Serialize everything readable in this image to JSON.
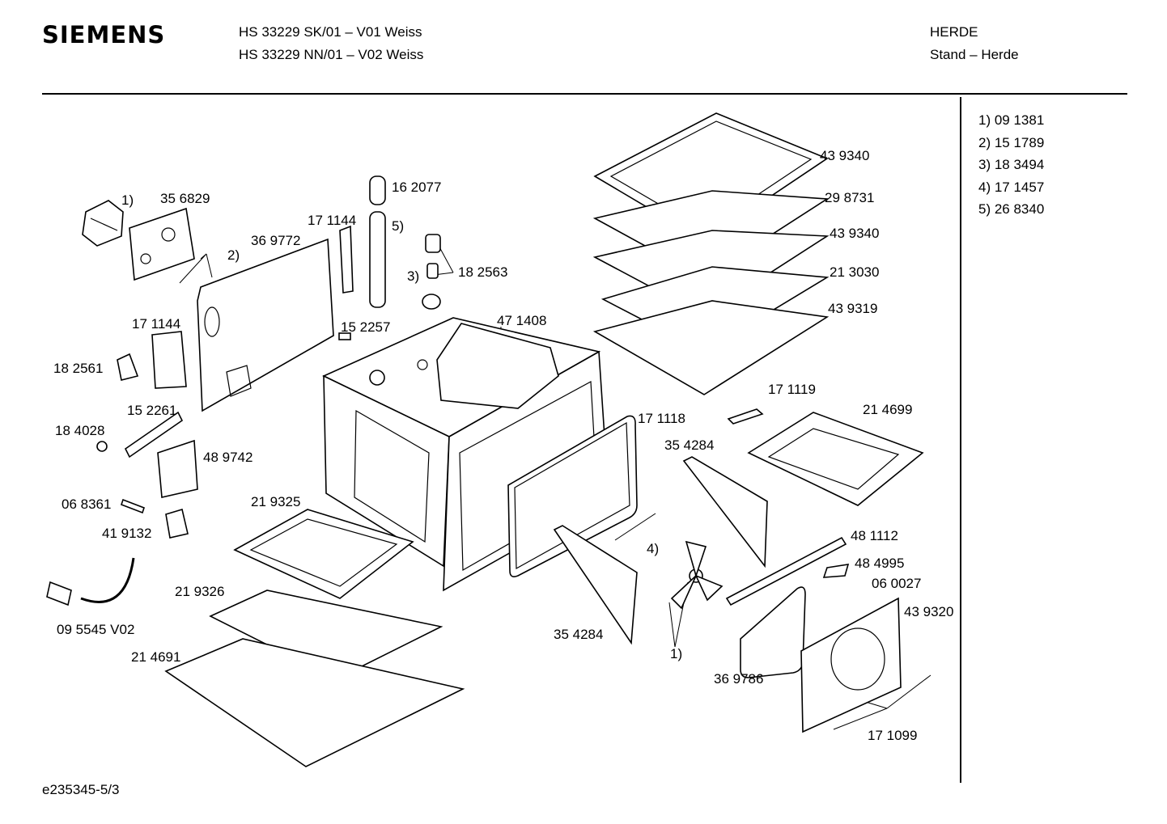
{
  "header": {
    "brand": "SIEMENS",
    "model_lines": [
      "HS 33229 SK/01 – V01 Weiss",
      "HS 33229 NN/01 – V02 Weiss"
    ],
    "category_lines": [
      "HERDE",
      "Stand – Herde"
    ]
  },
  "legend": [
    "1) 09 1381",
    "2) 15 1789",
    "3) 18 3494",
    "4) 17 1457",
    "5) 26 8340"
  ],
  "footer": {
    "doc_id": "e235345-5/3"
  },
  "part_labels": [
    "1)",
    "35 6829",
    "2)",
    "36 9772",
    "17 1144",
    "16 2077",
    "5)",
    "3)",
    "18 2563",
    "17 1144",
    "18 2561",
    "15 2257",
    "47 1408",
    "15 2261",
    "18 4028",
    "48 9742",
    "06 8361",
    "41 9132",
    "21 9325",
    "09 5545 V02",
    "21 9326",
    "21 4691",
    "43 9340",
    "29 8731",
    "43 9340",
    "21 3030",
    "43 9319",
    "17 1119",
    "21 4699",
    "17 1118",
    "35 4284",
    "4)",
    "35 4284",
    "48 1112",
    "48 4995",
    "06 0027",
    "43 9320",
    "1)",
    "36 9786",
    "17 1099"
  ]
}
